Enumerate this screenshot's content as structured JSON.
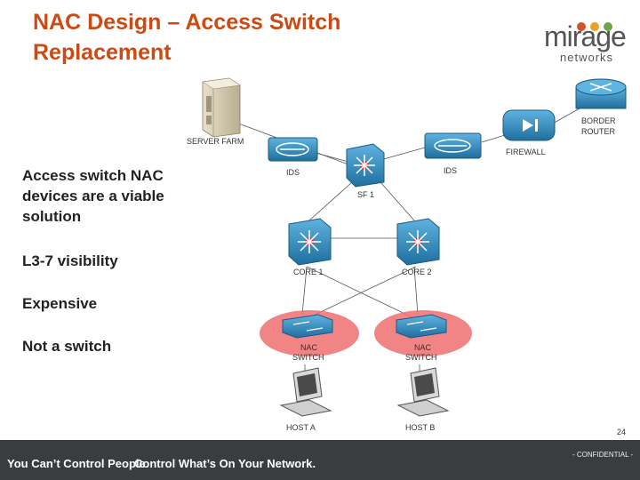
{
  "slide": {
    "title_line1": "NAC Design – Access Switch",
    "title_line2": "Replacement",
    "page_number": "24"
  },
  "logo": {
    "word": "mirage",
    "sub": "networks"
  },
  "bullets": [
    "Access switch NAC devices are a viable solution",
    "L3-7 visibility",
    "Expensive",
    "Not a switch"
  ],
  "diagram": {
    "server_farm": "SERVER FARM",
    "ids_left": "IDS",
    "ids_right": "IDS",
    "sf1": "SF 1",
    "firewall": "FIREWALL",
    "border_router_1": "BORDER",
    "border_router_2": "ROUTER",
    "core1": "CORE 1",
    "core2": "CORE 2",
    "nac_a_1": "NAC",
    "nac_a_2": "SWITCH",
    "nac_b_1": "NAC",
    "nac_b_2": "SWITCH",
    "host_a": "HOST A",
    "host_b": "HOST B"
  },
  "footer": {
    "tagline_part1": "You Can’t Control People.",
    "tagline_part2": "Control What’s On Your Network.",
    "confidential": "- CONFIDENTIAL -"
  },
  "colors": {
    "title": "#cc4a14",
    "device_blue": "#2f86b8",
    "nac_highlight": "#ee6e6e",
    "footer_bg": "#3a3d40"
  }
}
